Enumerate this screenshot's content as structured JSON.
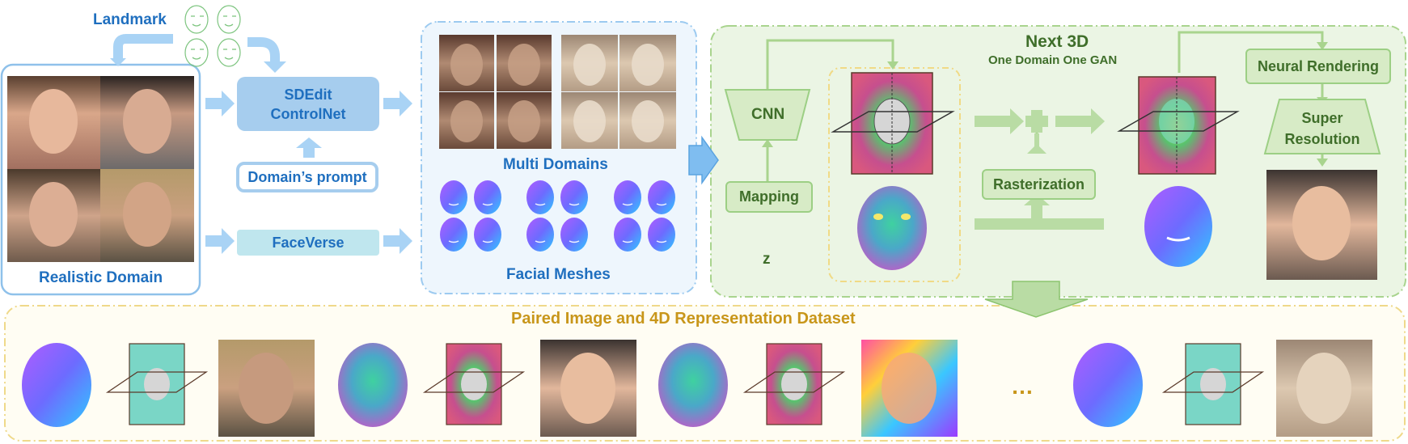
{
  "left": {
    "landmark_label": "Landmark",
    "realistic_label": "Realistic Domain",
    "sdedit_label": "SDEdit",
    "controlnet_label": "ControlNet",
    "prompt_label": "Domain’s prompt",
    "faceverse_label": "FaceVerse"
  },
  "middle": {
    "multi_domains_label": "Multi Domains",
    "facial_meshes_label": "Facial Meshes"
  },
  "right": {
    "title": "Next 3D",
    "subtitle": "One Domain One GAN",
    "cnn_label": "CNN",
    "mapping_label": "Mapping",
    "z_label": "z",
    "rasterization_label": "Rasterization",
    "neural_rendering_label": "Neural Rendering",
    "super_label": "Super",
    "resolution_label": "Resolution"
  },
  "bottom": {
    "title": "Paired Image and 4D Representation Dataset",
    "ellipsis": "…"
  },
  "colors": {
    "blue_text": "#1f6fbf",
    "green_text": "#3f6e2a",
    "gold_text": "#c8961a",
    "arrow_blue": "#a9d3f5",
    "green_fill": "#d7ebc6",
    "green_border": "#9ccf84"
  }
}
